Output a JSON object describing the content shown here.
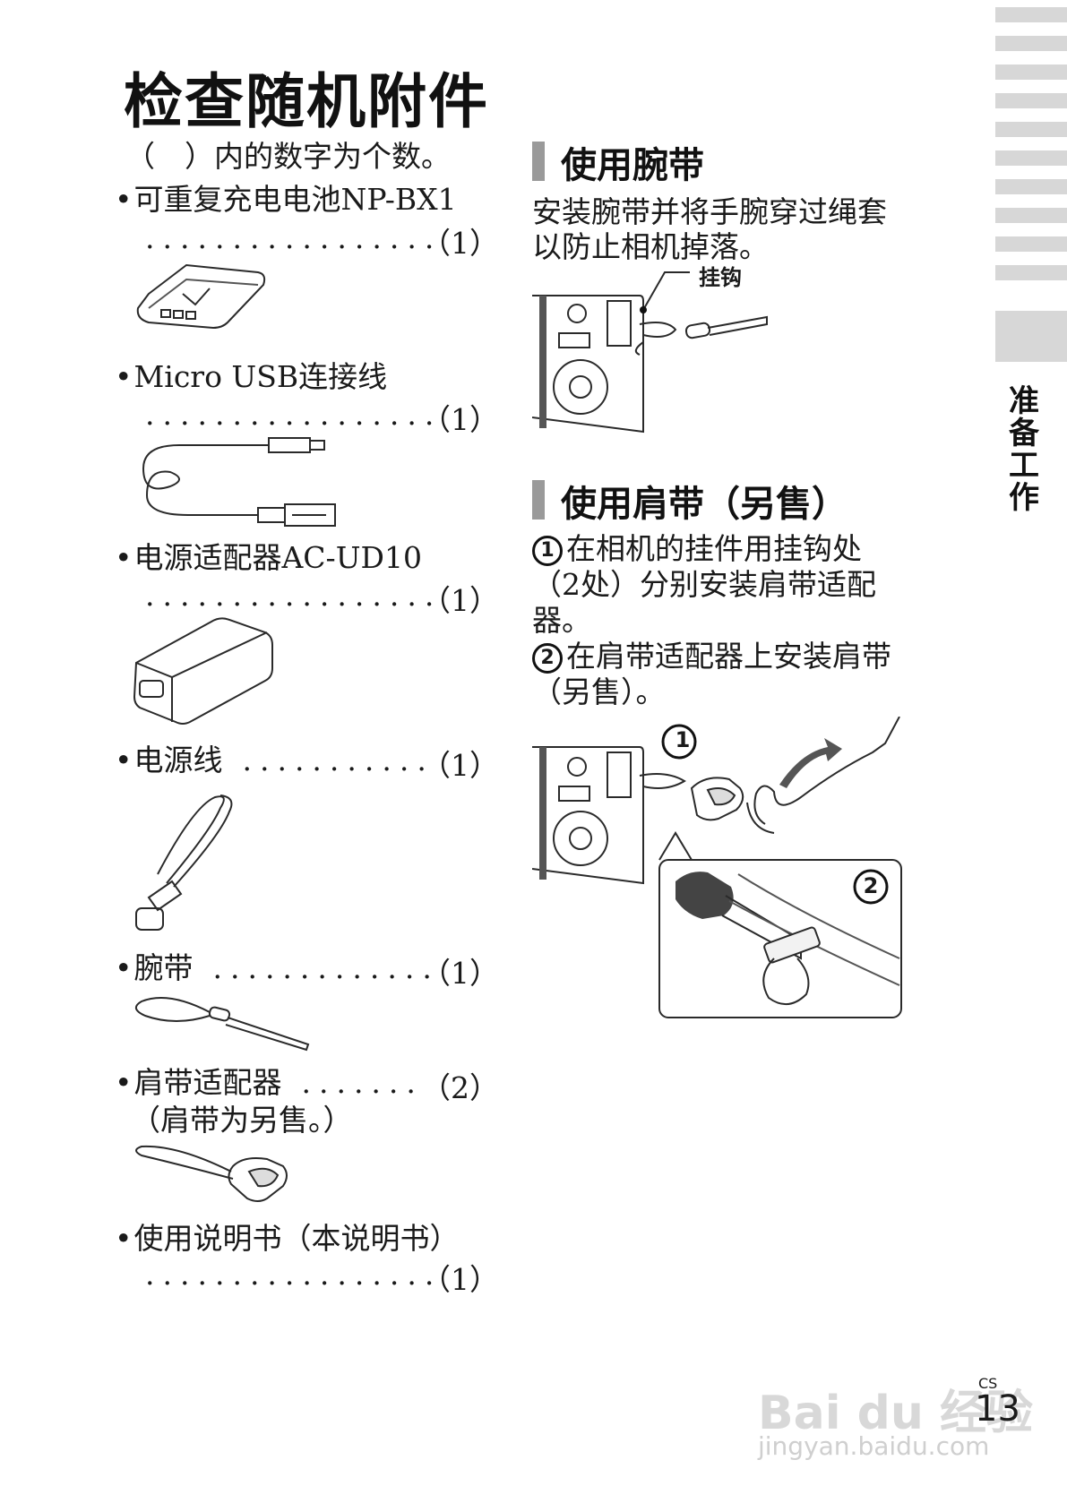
{
  "title": "检查随机附件",
  "intro": "（　）内的数字为个数。",
  "leader": ".................",
  "items": [
    {
      "name": "可重复充电电池NP-BX1",
      "qty": "（1）"
    },
    {
      "name": "Micro USB连接线",
      "qty": "（1）"
    },
    {
      "name": "电源适配器AC-UD10",
      "qty": "（1）"
    },
    {
      "name": "电源线",
      "leader": "...........",
      "qty": "（1）"
    },
    {
      "name": "腕带",
      "leader": ".............",
      "qty": "（1）"
    },
    {
      "name": "肩带适配器",
      "leader": ".......",
      "qty": "（2）",
      "note": "（肩带为另售。）"
    },
    {
      "name": "使用说明书（本说明书）",
      "qty": "（1）"
    }
  ],
  "wrist": {
    "title": "使用腕带",
    "text_lines": [
      "安装腕带并将手腕穿过绳套",
      "以防止相机掉落。"
    ],
    "callout": "挂钩"
  },
  "shoulder": {
    "title": "使用肩带（另售）",
    "step1_num": "1",
    "step1_lines": [
      "在相机的挂件用挂钩处",
      "（2处）分别安装肩带适配",
      "器。"
    ],
    "step2_num": "2",
    "step2_lines": [
      "在肩带适配器上安装肩带",
      "（另售）。"
    ],
    "fig_label1": "1",
    "fig_label2": "2"
  },
  "side_tab": [
    "准",
    "备",
    "工",
    "作"
  ],
  "page": {
    "prefix": "CS",
    "number": "13"
  },
  "watermark": {
    "brand": "Bai du 经验",
    "url": "jingyan.baidu.com"
  }
}
